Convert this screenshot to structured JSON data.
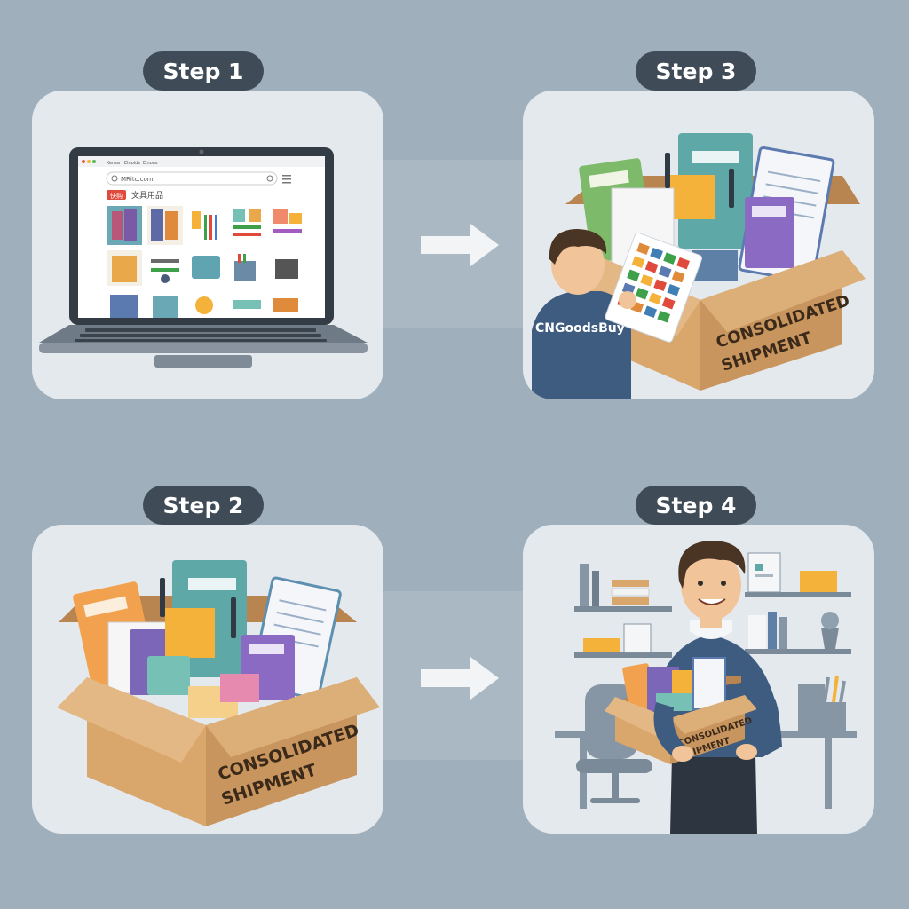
{
  "steps": [
    {
      "label": "Step 1"
    },
    {
      "label": "Step 2"
    },
    {
      "label": "Step 3"
    },
    {
      "label": "Step 4"
    }
  ],
  "laptop": {
    "nav_tabs": [
      "Kensa",
      "Elnoids",
      "Elnoas"
    ],
    "search_text": "MRitc.com",
    "category_badge": "快购",
    "category_heading": "文具用品"
  },
  "box": {
    "label_line1": "CONSOLIDATED",
    "label_line2": "SHIPMENT"
  },
  "worker": {
    "shirt_text": "CNGoodsBuy"
  },
  "colors": {
    "background": "#9fb0bc",
    "panel": "#e4e9ee",
    "badge": "#3f4b57",
    "cardboard": "#c9955e",
    "arrow": "#f2f4f6"
  }
}
